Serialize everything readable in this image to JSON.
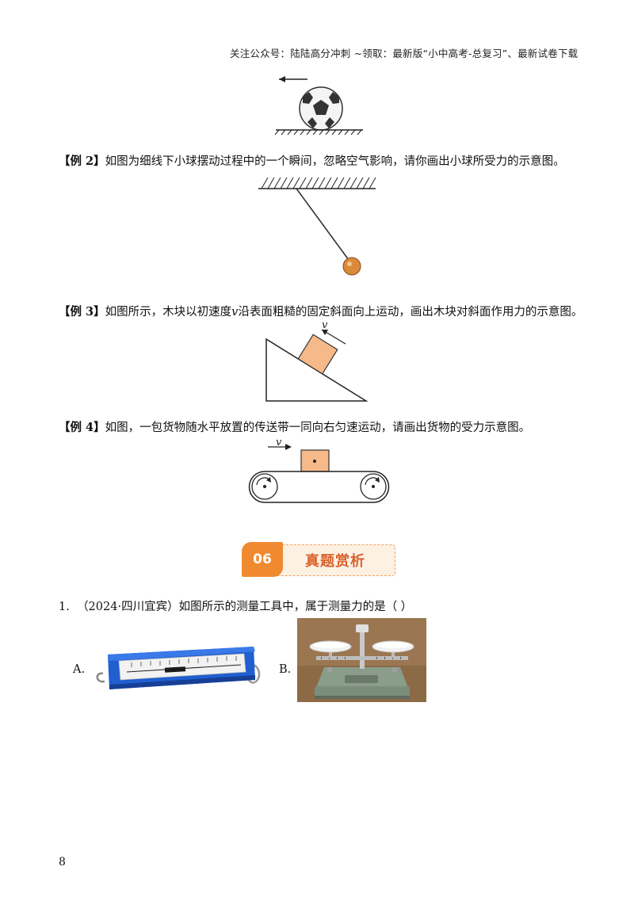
{
  "header": {
    "note": "关注公众号：陆陆高分冲刺  ~领取：最新版“小中高考-总复习”、最新试卷下载"
  },
  "examples": [
    {
      "tag": "【例 2】",
      "text": "如图为细线下小球摆动过程中的一个瞬间，忽略空气影响，请你画出小球所受力的示意图。"
    },
    {
      "tag": "【例 3】",
      "text_pre": "如图所示，木块以初速度",
      "var": "v",
      "text_post": "沿表面粗糙的固定斜面向上运动，画出木块对斜面作用力的示意图。"
    },
    {
      "tag": "【例 4】",
      "text": "如图，一包货物随水平放置的传送带一同向右匀速运动，请画出货物的受力示意图。"
    }
  ],
  "figure_labels": {
    "incline_velocity": "v",
    "belt_velocity": "v"
  },
  "section": {
    "number": "06",
    "title": "真题赏析"
  },
  "question": {
    "number": "1.",
    "text": "（2024·四川宜宾）如图所示的测量工具中，属于测量力的是（    ）",
    "options": [
      {
        "label": "A.",
        "image": "spring-scale"
      },
      {
        "label": "B.",
        "image": "balance-scale"
      }
    ]
  },
  "page_number": "8",
  "colors": {
    "accent": "#f08a30",
    "block": "#f5b98a",
    "ball": "#d98a3a"
  }
}
